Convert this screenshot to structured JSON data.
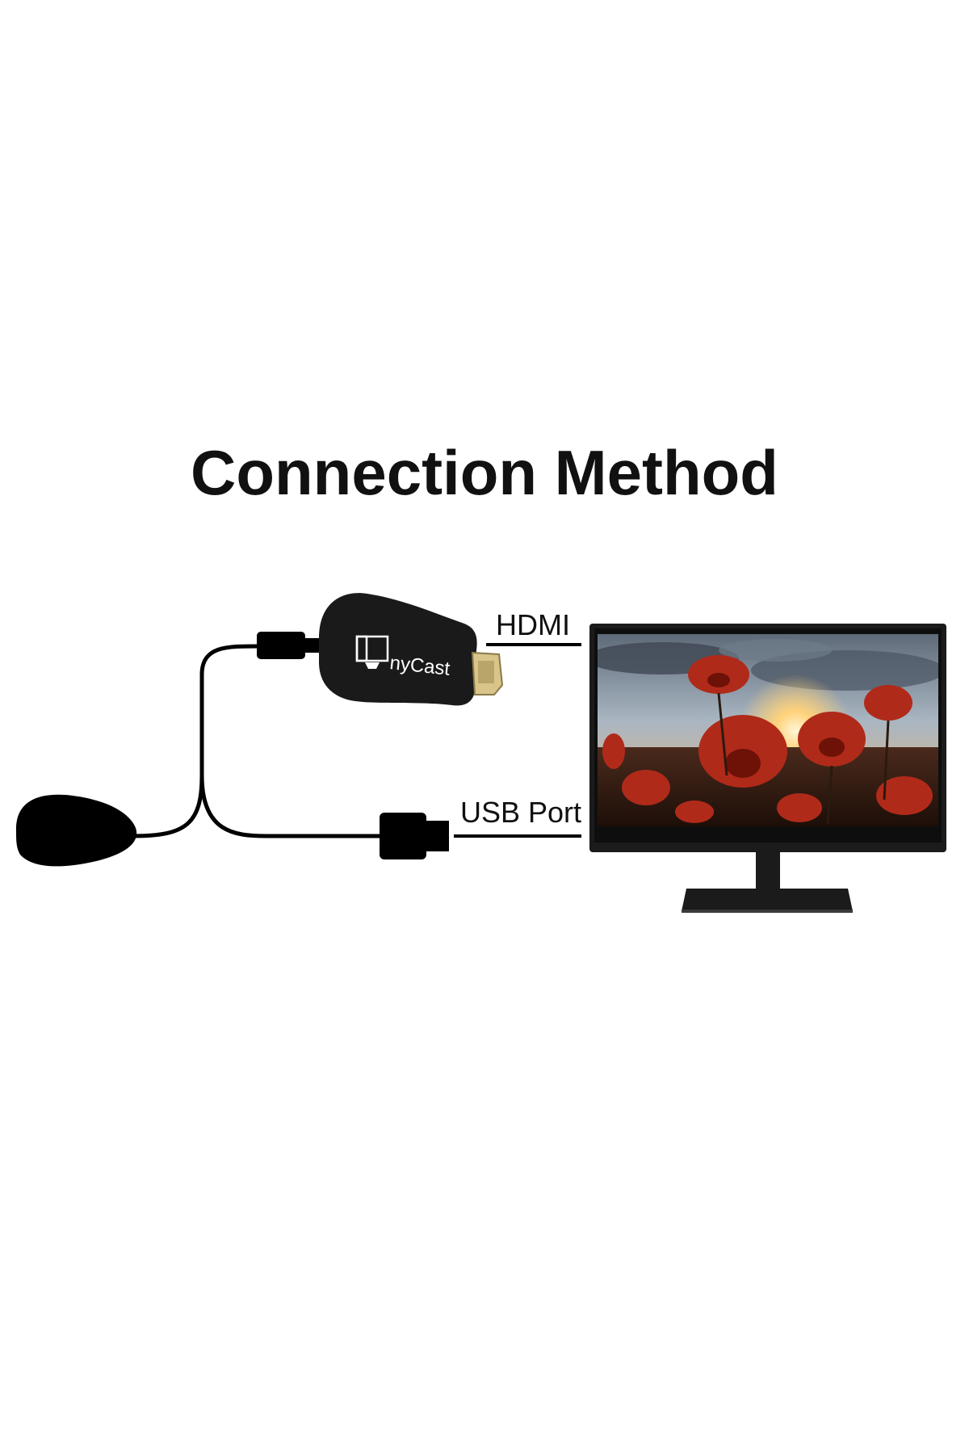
{
  "title": "Connection Method",
  "labels": {
    "hdmi": "HDMI",
    "usb_port": "USB Port"
  },
  "dongle": {
    "brand_text": "nyCast"
  },
  "colors": {
    "background": "#ffffff",
    "cable": "#000000",
    "dongle_body": "#1a1a1a",
    "hdmi_plug": "#d9c48a",
    "monitor_frame": "#1b1b1b",
    "sky": "#8a9aa8",
    "flowers": "#b02a1a",
    "sunlight": "#ffd27a"
  },
  "icons": [
    "monitor-icon",
    "hdmi-dongle-icon",
    "usb-plug-icon",
    "wifi-antenna-icon"
  ]
}
